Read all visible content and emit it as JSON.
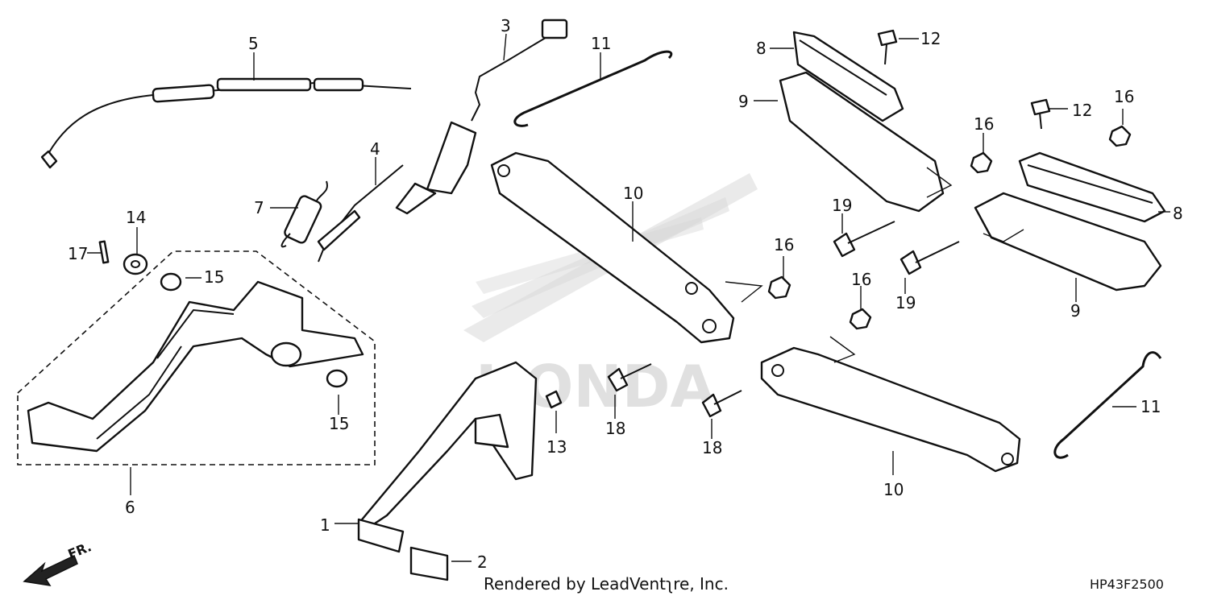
{
  "callouts": [
    {
      "id": "c1",
      "text": "1"
    },
    {
      "id": "c2",
      "text": "2"
    },
    {
      "id": "c3",
      "text": "3"
    },
    {
      "id": "c4",
      "text": "4"
    },
    {
      "id": "c5",
      "text": "5"
    },
    {
      "id": "c6",
      "text": "6"
    },
    {
      "id": "c7",
      "text": "7"
    },
    {
      "id": "c8a",
      "text": "8"
    },
    {
      "id": "c8b",
      "text": "8"
    },
    {
      "id": "c9a",
      "text": "9"
    },
    {
      "id": "c9b",
      "text": "9"
    },
    {
      "id": "c10a",
      "text": "10"
    },
    {
      "id": "c10b",
      "text": "10"
    },
    {
      "id": "c11a",
      "text": "11"
    },
    {
      "id": "c11b",
      "text": "11"
    },
    {
      "id": "c12a",
      "text": "12"
    },
    {
      "id": "c12b",
      "text": "12"
    },
    {
      "id": "c13",
      "text": "13"
    },
    {
      "id": "c14",
      "text": "14"
    },
    {
      "id": "c15a",
      "text": "15"
    },
    {
      "id": "c15b",
      "text": "15"
    },
    {
      "id": "c16a",
      "text": "16"
    },
    {
      "id": "c16b",
      "text": "16"
    },
    {
      "id": "c16c",
      "text": "16"
    },
    {
      "id": "c17",
      "text": "17"
    },
    {
      "id": "c18a",
      "text": "18"
    },
    {
      "id": "c18b",
      "text": "18"
    },
    {
      "id": "c19a",
      "text": "19"
    },
    {
      "id": "c19b",
      "text": "19"
    }
  ],
  "footer": {
    "credit": "Rendered by LeadVentʅre, Inc.",
    "diagram_code": "HP43F2500"
  },
  "direction_label": "FR.",
  "watermark": "HONDA",
  "colors": {
    "ink": "#111111",
    "watermark": "#d8d8d8",
    "background": "#ffffff"
  }
}
